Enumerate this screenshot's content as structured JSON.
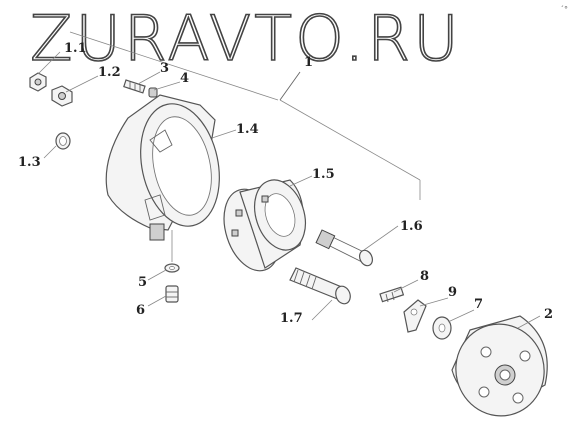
{
  "watermark": "ZURAVTO.RU",
  "corner_mark": "´°",
  "labels": {
    "l1": "1",
    "l1_1": "1.1",
    "l1_2": "1.2",
    "l1_3": "1.3",
    "l1_4": "1.4",
    "l1_5": "1.5",
    "l1_6": "1.6",
    "l1_7": "1.7",
    "l2": "2",
    "l3": "3",
    "l4": "4",
    "l5": "5",
    "l6": "6",
    "l7": "7",
    "l8": "8",
    "l9": "9"
  }
}
